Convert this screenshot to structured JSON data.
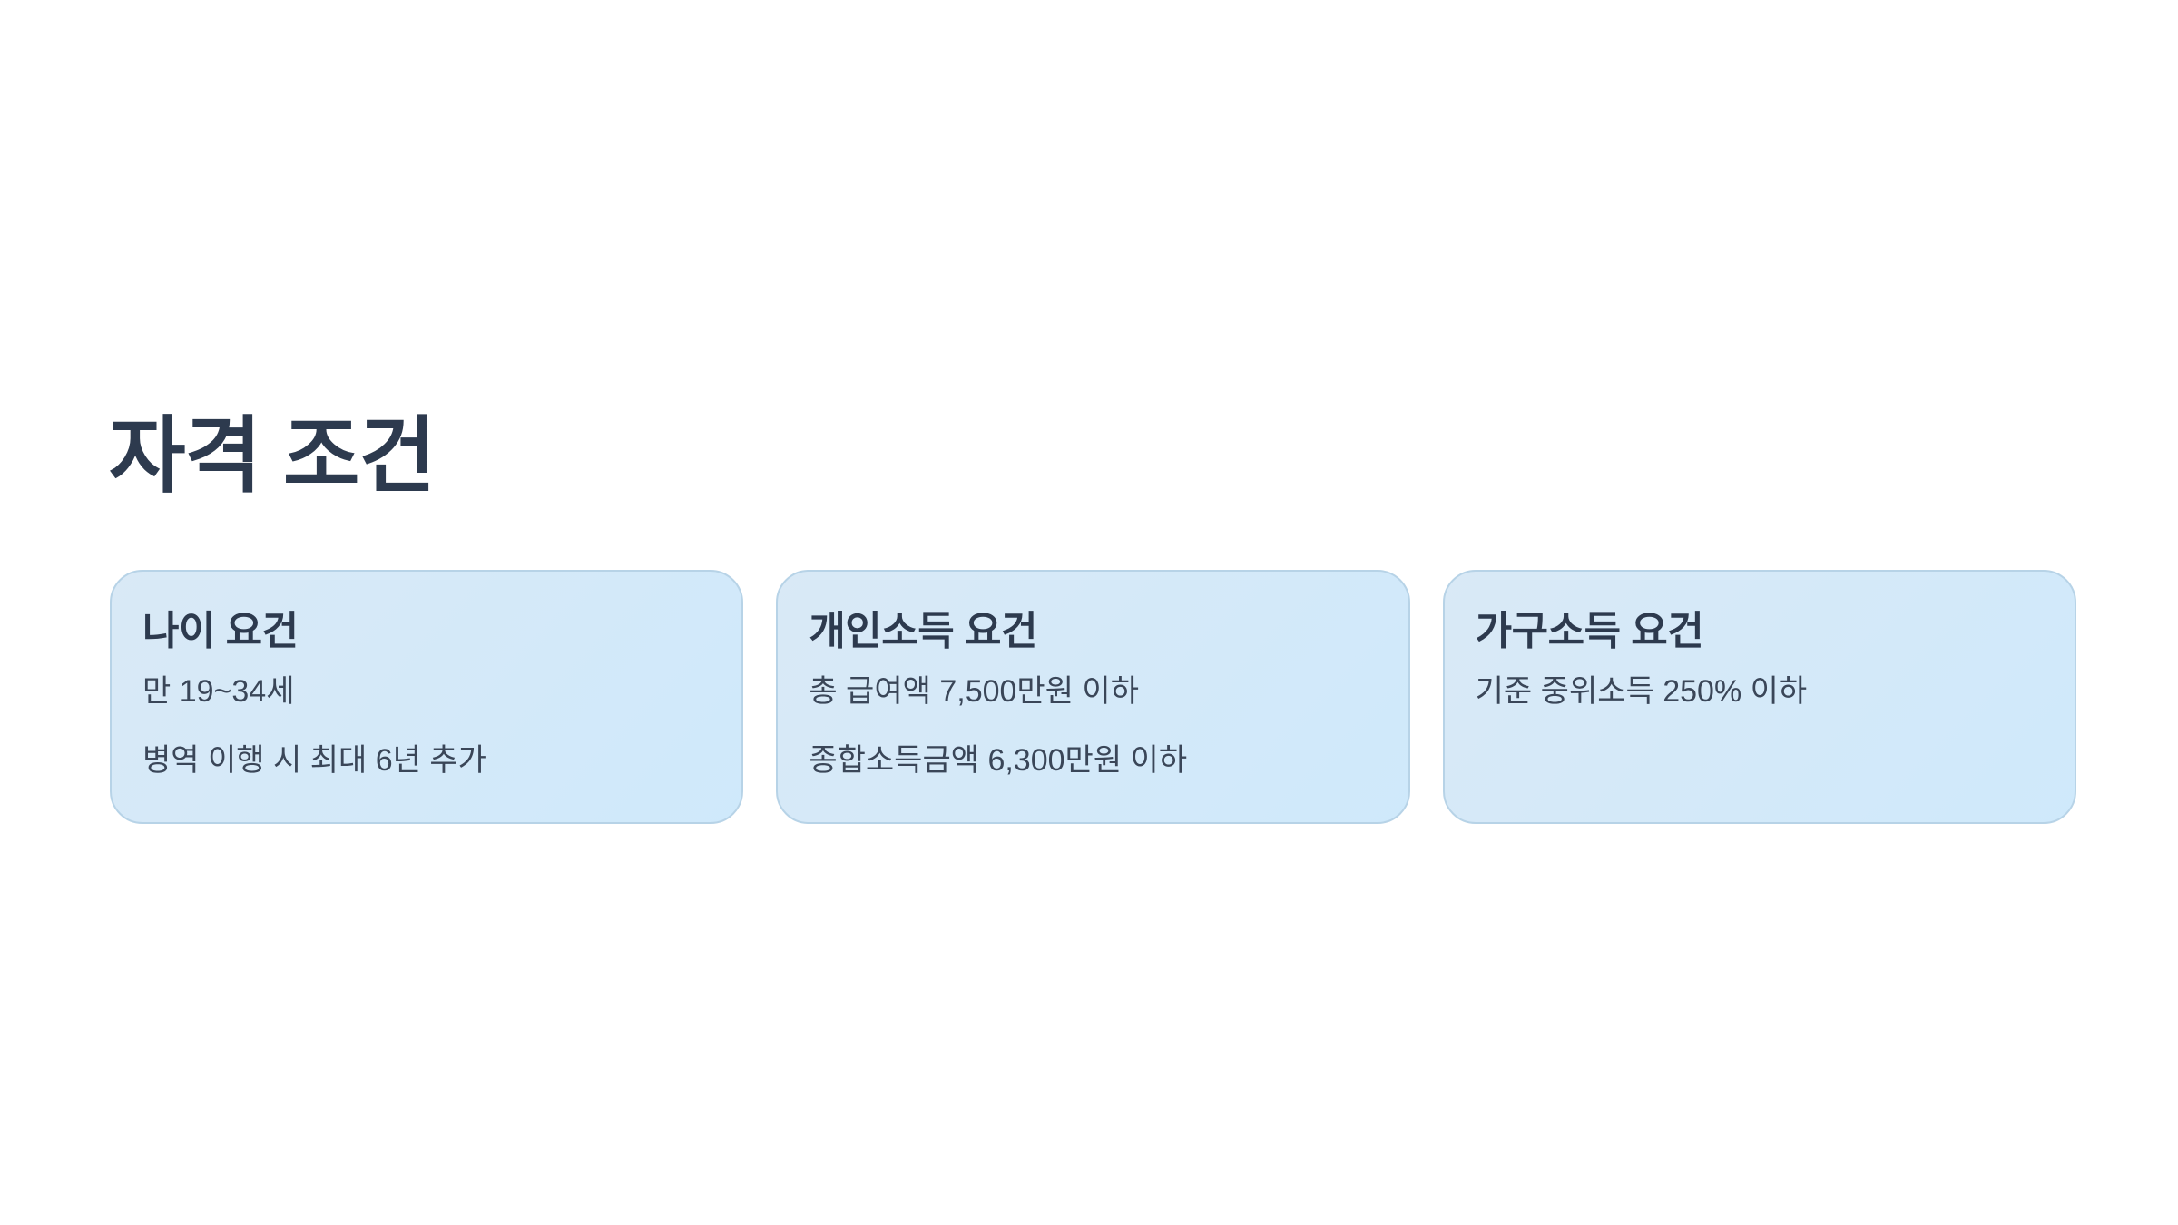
{
  "page": {
    "title": "자격 조건"
  },
  "cards": [
    {
      "title": "나이 요건",
      "lines": [
        "만 19~34세",
        "병역 이행 시 최대 6년 추가"
      ]
    },
    {
      "title": "개인소득 요건",
      "lines": [
        "총 급여액 7,500만원 이하",
        "종합소득금액 6,300만원 이하"
      ]
    },
    {
      "title": "가구소득 요건",
      "lines": [
        "기준 중위소득 250% 이하"
      ]
    }
  ],
  "colors": {
    "text": "#2d3a4e",
    "card_border": "#b7d3e7",
    "card_bg_start": "#d9e9f6",
    "card_bg_end": "#cfe9fb"
  }
}
